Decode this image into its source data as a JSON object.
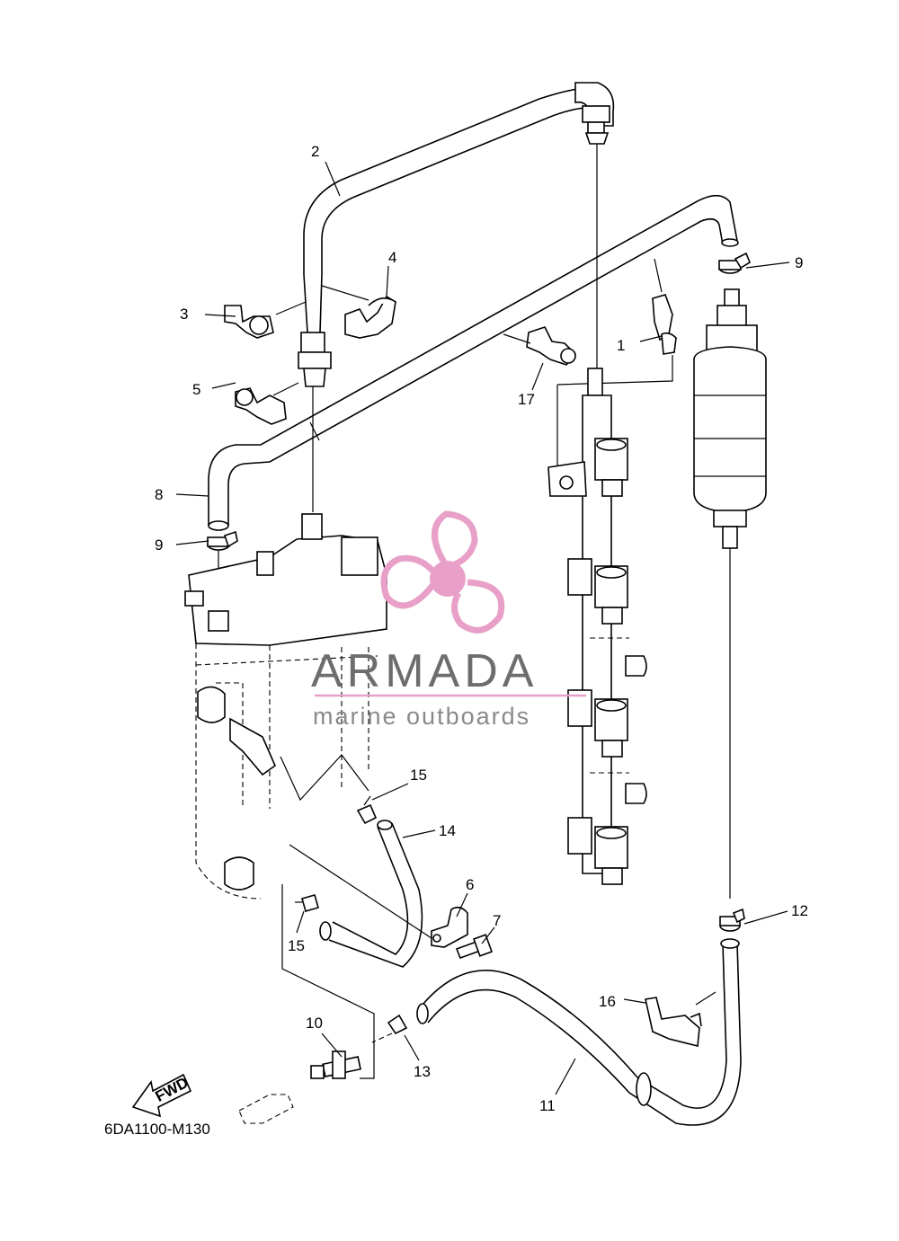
{
  "diagram_code": "6DA1100-M130",
  "direction_label": "FWD",
  "watermark": {
    "brand": "ARMADA",
    "tagline": "marine outboards",
    "brand_color": "#e8a0c8"
  },
  "callouts": [
    "1",
    "2",
    "3",
    "4",
    "5",
    "6",
    "7",
    "8",
    "9",
    "9",
    "10",
    "11",
    "12",
    "13",
    "14",
    "15",
    "15",
    "16",
    "17"
  ]
}
